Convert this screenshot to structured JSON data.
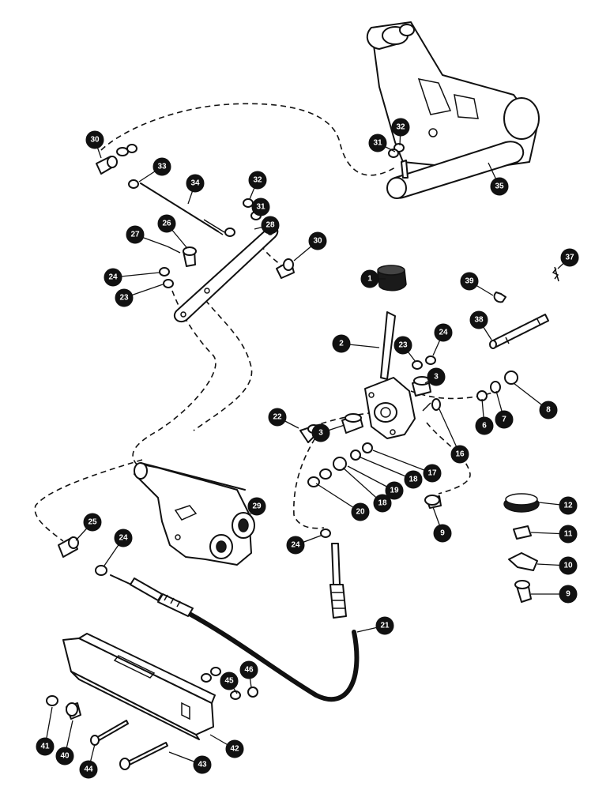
{
  "diagram": {
    "callouts": [
      {
        "key": "c1",
        "label": "1"
      },
      {
        "key": "c2",
        "label": "2"
      },
      {
        "key": "c3a",
        "label": "3"
      },
      {
        "key": "c3b",
        "label": "3"
      },
      {
        "key": "c6",
        "label": "6"
      },
      {
        "key": "c7",
        "label": "7"
      },
      {
        "key": "c8",
        "label": "8"
      },
      {
        "key": "c9a",
        "label": "9"
      },
      {
        "key": "c9b",
        "label": "9"
      },
      {
        "key": "c10",
        "label": "10"
      },
      {
        "key": "c11",
        "label": "11"
      },
      {
        "key": "c12",
        "label": "12"
      },
      {
        "key": "c16",
        "label": "16"
      },
      {
        "key": "c17",
        "label": "17"
      },
      {
        "key": "c18a",
        "label": "18"
      },
      {
        "key": "c18b",
        "label": "18"
      },
      {
        "key": "c19",
        "label": "19"
      },
      {
        "key": "c20",
        "label": "20"
      },
      {
        "key": "c21",
        "label": "21"
      },
      {
        "key": "c22",
        "label": "22"
      },
      {
        "key": "c23a",
        "label": "23"
      },
      {
        "key": "c23b",
        "label": "23"
      },
      {
        "key": "c24a",
        "label": "24"
      },
      {
        "key": "c24b",
        "label": "24"
      },
      {
        "key": "c24c",
        "label": "24"
      },
      {
        "key": "c24d",
        "label": "24"
      },
      {
        "key": "c25",
        "label": "25"
      },
      {
        "key": "c26",
        "label": "26"
      },
      {
        "key": "c27",
        "label": "27"
      },
      {
        "key": "c28",
        "label": "28"
      },
      {
        "key": "c29",
        "label": "29"
      },
      {
        "key": "c30a",
        "label": "30"
      },
      {
        "key": "c30b",
        "label": "30"
      },
      {
        "key": "c31a",
        "label": "31"
      },
      {
        "key": "c31b",
        "label": "31"
      },
      {
        "key": "c32a",
        "label": "32"
      },
      {
        "key": "c32b",
        "label": "32"
      },
      {
        "key": "c33",
        "label": "33"
      },
      {
        "key": "c34",
        "label": "34"
      },
      {
        "key": "c35",
        "label": "35"
      },
      {
        "key": "c37",
        "label": "37"
      },
      {
        "key": "c38",
        "label": "38"
      },
      {
        "key": "c39",
        "label": "39"
      },
      {
        "key": "c40",
        "label": "40"
      },
      {
        "key": "c41",
        "label": "41"
      },
      {
        "key": "c42",
        "label": "42"
      },
      {
        "key": "c43",
        "label": "43"
      },
      {
        "key": "c44",
        "label": "44"
      },
      {
        "key": "c45",
        "label": "45"
      },
      {
        "key": "c46",
        "label": "46"
      }
    ]
  }
}
